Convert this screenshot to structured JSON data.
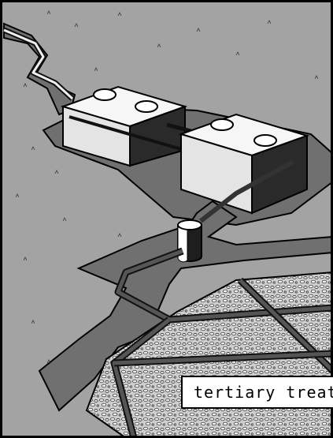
{
  "caption": {
    "text": "tertiary treat"
  },
  "colors": {
    "ground": "#a3a3a3",
    "trench": "#6e6e6e",
    "gravel": "#cfcfcf",
    "tank": "#f4f4f4",
    "pipe": "#4a4a4a",
    "outline": "#000000"
  },
  "objects": [
    {
      "name": "septic-tank",
      "lids": 2
    },
    {
      "name": "septic-tank",
      "lids": 2
    },
    {
      "name": "distribution-box"
    },
    {
      "name": "drain-field"
    }
  ]
}
